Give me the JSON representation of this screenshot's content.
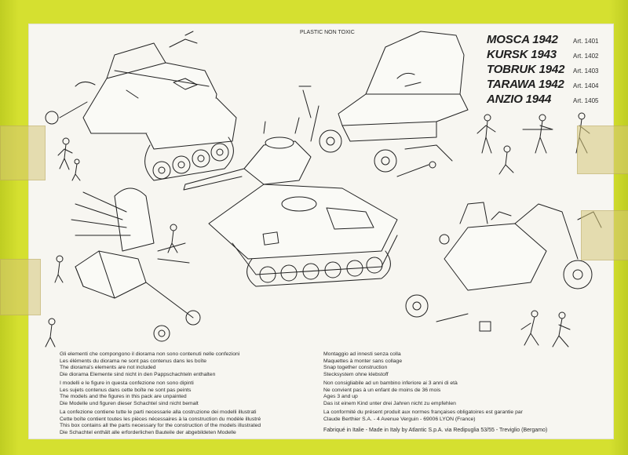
{
  "header": {
    "plastic_note": "PLASTIC NON TOXIC"
  },
  "titles": [
    {
      "name": "MOSCA 1942",
      "art": "Art. 1401"
    },
    {
      "name": "KURSK 1943",
      "art": "Art. 1402"
    },
    {
      "name": "TOBRUK 1942",
      "art": "Art. 1403"
    },
    {
      "name": "TARAWA 1942",
      "art": "Art. 1404"
    },
    {
      "name": "ANZIO 1944",
      "art": "Art. 1405"
    }
  ],
  "notices_left": {
    "diorama": [
      "Gli elementi che compongono il diorama non sono contenuti nelle confezioni",
      "Les éléments du diorama ne sont pas contenus dans les boîte",
      "The diorama's elements are not included",
      "Die diorama Elemente sind nicht in den Pappschachteln enthalten"
    ],
    "unpainted": [
      "I modelli e le figure in questa confezione non sono dipinti",
      "Les sujets contenus dans cette boîte ne sont pas peints",
      "The models and the figures in this pack are unpainted",
      "Die Modelle und figuren dieser Schachtel sind nicht bemalt"
    ],
    "parts": [
      "La confezione contiene tutte le parti necessarie alla costruzione dei modelli illustrati",
      "Cette boîte contient toutes les pièces nécessaires à la construction du modèle illustré",
      "This box contains all the parts necessary for the construction of the models illustrated",
      "Die Schachtel enthält alle erforderlichen Bauteile der abgebildeten Modelle"
    ]
  },
  "notices_right": {
    "assembly": [
      "Montaggio ad innesti senza colla",
      "Maquettes à monter sans collage",
      "Snap together construction",
      "Stecksystem ohne klebstoff"
    ],
    "age": [
      "Non consigliabile ad un bambino inferiore ai 3 anni di età",
      "Ne convient pas à un enfant de moins de 36 mois",
      "Ages 3 and up",
      "Das ist einem Kind unter drei Jahren nicht zu empfehlen"
    ],
    "conformity": [
      "La conformité du présent produit aux normes françaises obligatoires est garantie par",
      "Claude Berthier S.A. - 4 Avenue Verguin - 69006 LYON (France)"
    ]
  },
  "footer": {
    "fabrique": "Fabriqué in Italie  -  Made in Italy by Atlantic S.p.A.  via Redipuglia 53/55 - Treviglio (Bergamo)"
  }
}
